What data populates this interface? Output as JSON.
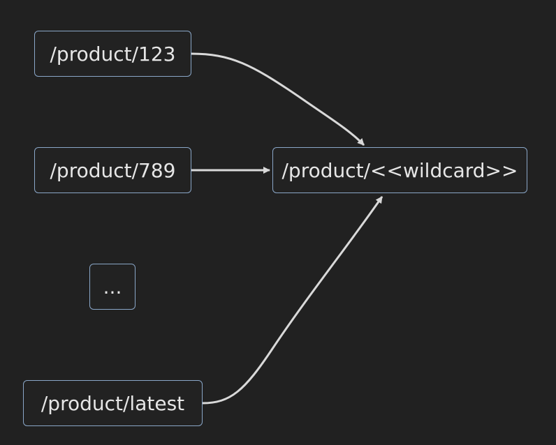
{
  "diagram": {
    "nodes": {
      "product_123": "/product/123",
      "product_789": "/product/789",
      "ellipsis": "...",
      "product_latest": "/product/latest",
      "product_wildcard": "/product/<<wildcard>>"
    },
    "edges": [
      {
        "from": "product_123",
        "to": "product_wildcard"
      },
      {
        "from": "product_789",
        "to": "product_wildcard"
      },
      {
        "from": "product_latest",
        "to": "product_wildcard"
      }
    ],
    "colors": {
      "background": "#212121",
      "node_border": "#8aa7c8",
      "node_text": "#e6e6e6",
      "edge": "#d9d9d9"
    }
  }
}
